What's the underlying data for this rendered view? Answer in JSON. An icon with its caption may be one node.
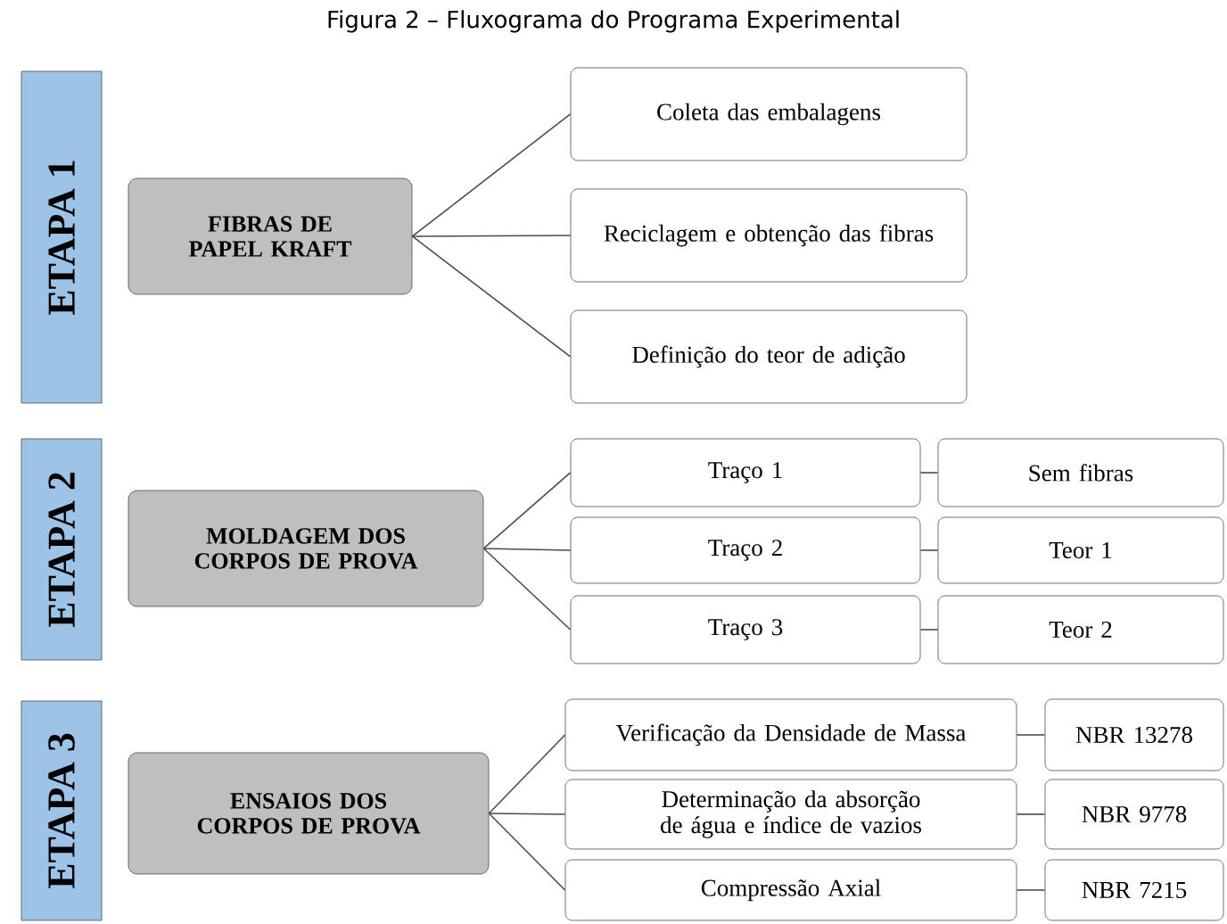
{
  "diagram": {
    "title": "Figura 2 – Fluxograma do Programa Experimental",
    "nodes": [
      {
        "text": [
          "ETAPA 1"
        ]
      },
      {
        "text": [
          "FIBRAS DE PAPEL KRAFT"
        ]
      },
      {
        "text": [
          "Coleta das embalagens"
        ]
      },
      {
        "text": [
          "Reciclagem e obtenção das fibras"
        ]
      },
      {
        "text": [
          "Definição do teor de adição"
        ]
      },
      {
        "text": [
          "ETAPA 2"
        ]
      },
      {
        "text": [
          "MOLDAGEM DOS CORPOS DE PROVA"
        ]
      },
      {
        "text": [
          "Traço 1"
        ]
      },
      {
        "text": [
          "Sem fibras"
        ]
      },
      {
        "text": [
          "Traço 2"
        ]
      },
      {
        "text": [
          "Teor 1"
        ]
      },
      {
        "text": [
          "Traço 3"
        ]
      },
      {
        "text": [
          "Teor 2"
        ]
      },
      {
        "text": [
          "ETAPA 3"
        ]
      },
      {
        "text": [
          "ENSAIOS DOS CORPOS DE PROVA"
        ]
      },
      {
        "text": [
          "Verificação da Densidade de Massa"
        ]
      },
      {
        "text": [
          "NBR 13278"
        ]
      },
      {
        "text": [
          "Determinação da absorção de água e índice de vazios"
        ]
      },
      {
        "text": [
          "NBR 9778"
        ]
      },
      {
        "text": [
          "Compressão Axial"
        ]
      },
      {
        "text": [
          "NBR 7215"
        ]
      }
    ],
    "edges": [
      {
        "from": 1,
        "to": 2,
        "arrow": "none"
      },
      {
        "from": 1,
        "to": 3,
        "arrow": "none"
      },
      {
        "from": 1,
        "to": 4,
        "arrow": "none"
      },
      {
        "from": 6,
        "to": 7,
        "arrow": "none"
      },
      {
        "from": 6,
        "to": 9,
        "arrow": "none"
      },
      {
        "from": 6,
        "to": 11,
        "arrow": "none"
      },
      {
        "from": 7,
        "to": 8,
        "arrow": "none"
      },
      {
        "from": 9,
        "to": 10,
        "arrow": "none"
      },
      {
        "from": 11,
        "to": 12,
        "arrow": "none"
      },
      {
        "from": 14,
        "to": 15,
        "arrow": "none"
      },
      {
        "from": 14,
        "to": 17,
        "arrow": "none"
      },
      {
        "from": 14,
        "to": 19,
        "arrow": "none"
      },
      {
        "from": 15,
        "to": 16,
        "arrow": "none"
      },
      {
        "from": 17,
        "to": 18,
        "arrow": "none"
      },
      {
        "from": 19,
        "to": 20,
        "arrow": "none"
      }
    ]
  }
}
